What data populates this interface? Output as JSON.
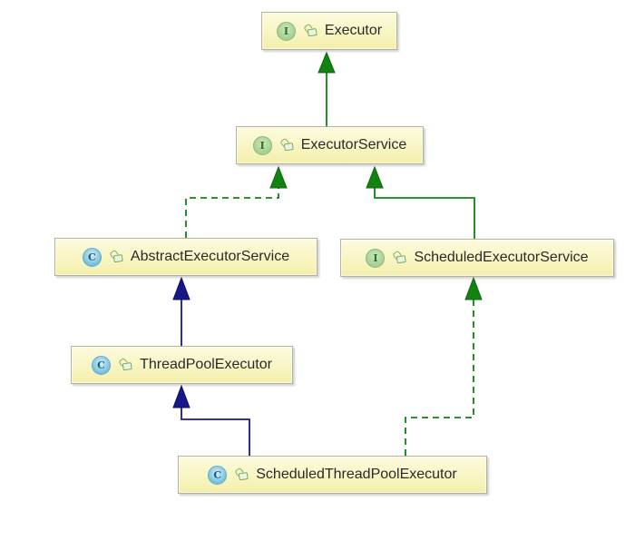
{
  "diagram": {
    "type": "uml-class-diagram",
    "subject": "Java Executor framework inheritance hierarchy",
    "nodes": [
      {
        "id": "executor",
        "label": "Executor",
        "kind": "interface",
        "icon_letter": "I",
        "modifier_icon": "open-lock"
      },
      {
        "id": "executorService",
        "label": "ExecutorService",
        "kind": "interface",
        "icon_letter": "I",
        "modifier_icon": "open-lock"
      },
      {
        "id": "abstractExecutorService",
        "label": "AbstractExecutorService",
        "kind": "class",
        "icon_letter": "C",
        "modifier_icon": "open-lock"
      },
      {
        "id": "scheduledExecutorService",
        "label": "ScheduledExecutorService",
        "kind": "interface",
        "icon_letter": "I",
        "modifier_icon": "open-lock"
      },
      {
        "id": "threadPoolExecutor",
        "label": "ThreadPoolExecutor",
        "kind": "class",
        "icon_letter": "C",
        "modifier_icon": "open-lock"
      },
      {
        "id": "scheduledThreadPoolExecutor",
        "label": "ScheduledThreadPoolExecutor",
        "kind": "class",
        "icon_letter": "C",
        "modifier_icon": "open-lock"
      }
    ],
    "edges": [
      {
        "from": "ExecutorService",
        "to": "Executor",
        "relation": "extends",
        "line_style": "solid",
        "color": "#108310"
      },
      {
        "from": "AbstractExecutorService",
        "to": "ExecutorService",
        "relation": "implements",
        "line_style": "dashed",
        "color": "#108310"
      },
      {
        "from": "ScheduledExecutorService",
        "to": "ExecutorService",
        "relation": "extends",
        "line_style": "solid",
        "color": "#108310"
      },
      {
        "from": "ThreadPoolExecutor",
        "to": "AbstractExecutorService",
        "relation": "extends",
        "line_style": "solid",
        "color": "#17178a"
      },
      {
        "from": "ScheduledThreadPoolExecutor",
        "to": "ThreadPoolExecutor",
        "relation": "extends",
        "line_style": "solid",
        "color": "#17178a"
      },
      {
        "from": "ScheduledThreadPoolExecutor",
        "to": "ScheduledExecutorService",
        "relation": "implements",
        "line_style": "dashed",
        "color": "#108310"
      }
    ],
    "colors": {
      "background": "#ffffff",
      "node_fill_top": "#fcfbdd",
      "node_fill_bottom": "#f3efab",
      "node_border": "#b3b39e",
      "interface_icon_green": "#a5d093",
      "class_icon_blue": "#6fbcda",
      "inheritance_green": "#108310",
      "inheritance_navy": "#17178a"
    }
  }
}
